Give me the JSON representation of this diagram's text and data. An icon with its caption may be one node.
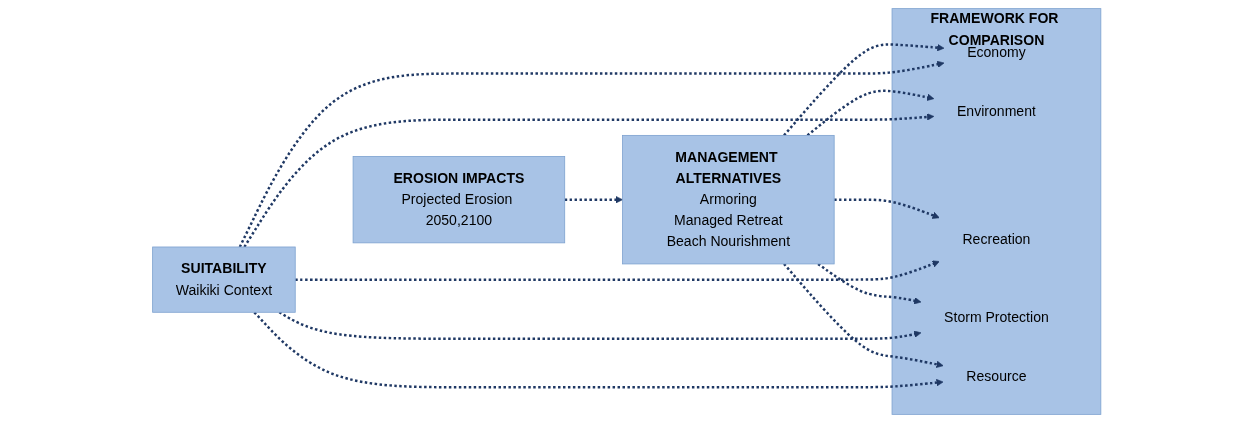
{
  "diagram": {
    "nodes": [
      {
        "text": [
          "EROSION IMPACTS",
          "Projected Erosion 2050,2100"
        ]
      },
      {
        "text": [
          "MANAGEMENT ALTERNATIVES",
          "Armoring",
          "Managed Retreat",
          "Beach Nourishment"
        ]
      },
      {
        "text": [
          "FRAMEWORK FOR COMPARISON"
        ]
      },
      {
        "text": [
          "Economy"
        ],
        "in": 2
      },
      {
        "text": [
          "Environment"
        ],
        "in": 2
      },
      {
        "text": [
          "Recreation"
        ],
        "in": 2
      },
      {
        "text": [
          "Storm Protection"
        ],
        "in": 2
      },
      {
        "text": [
          "Resource"
        ],
        "in": 2
      },
      {
        "text": [
          "SUITABILITY",
          "Waikiki Context"
        ]
      }
    ],
    "edges": [
      {
        "from": 0,
        "to": 1,
        "arrow": "to",
        "style": "dashed"
      },
      {
        "from": 1,
        "to": 3,
        "arrow": "to",
        "style": "dashed"
      },
      {
        "from": 1,
        "to": 4,
        "arrow": "to",
        "style": "dashed"
      },
      {
        "from": 1,
        "to": 5,
        "arrow": "to",
        "style": "dashed"
      },
      {
        "from": 1,
        "to": 6,
        "arrow": "to",
        "style": "dashed"
      },
      {
        "from": 1,
        "to": 7,
        "arrow": "to",
        "style": "dashed"
      },
      {
        "from": 8,
        "to": 3,
        "arrow": "to",
        "style": "dashed"
      },
      {
        "from": 8,
        "to": 4,
        "arrow": "to",
        "style": "dashed"
      },
      {
        "from": 8,
        "to": 5,
        "arrow": "to",
        "style": "dashed"
      },
      {
        "from": 8,
        "to": 6,
        "arrow": "to",
        "style": "dashed"
      },
      {
        "from": 8,
        "to": 7,
        "arrow": "to",
        "style": "dashed"
      }
    ]
  }
}
